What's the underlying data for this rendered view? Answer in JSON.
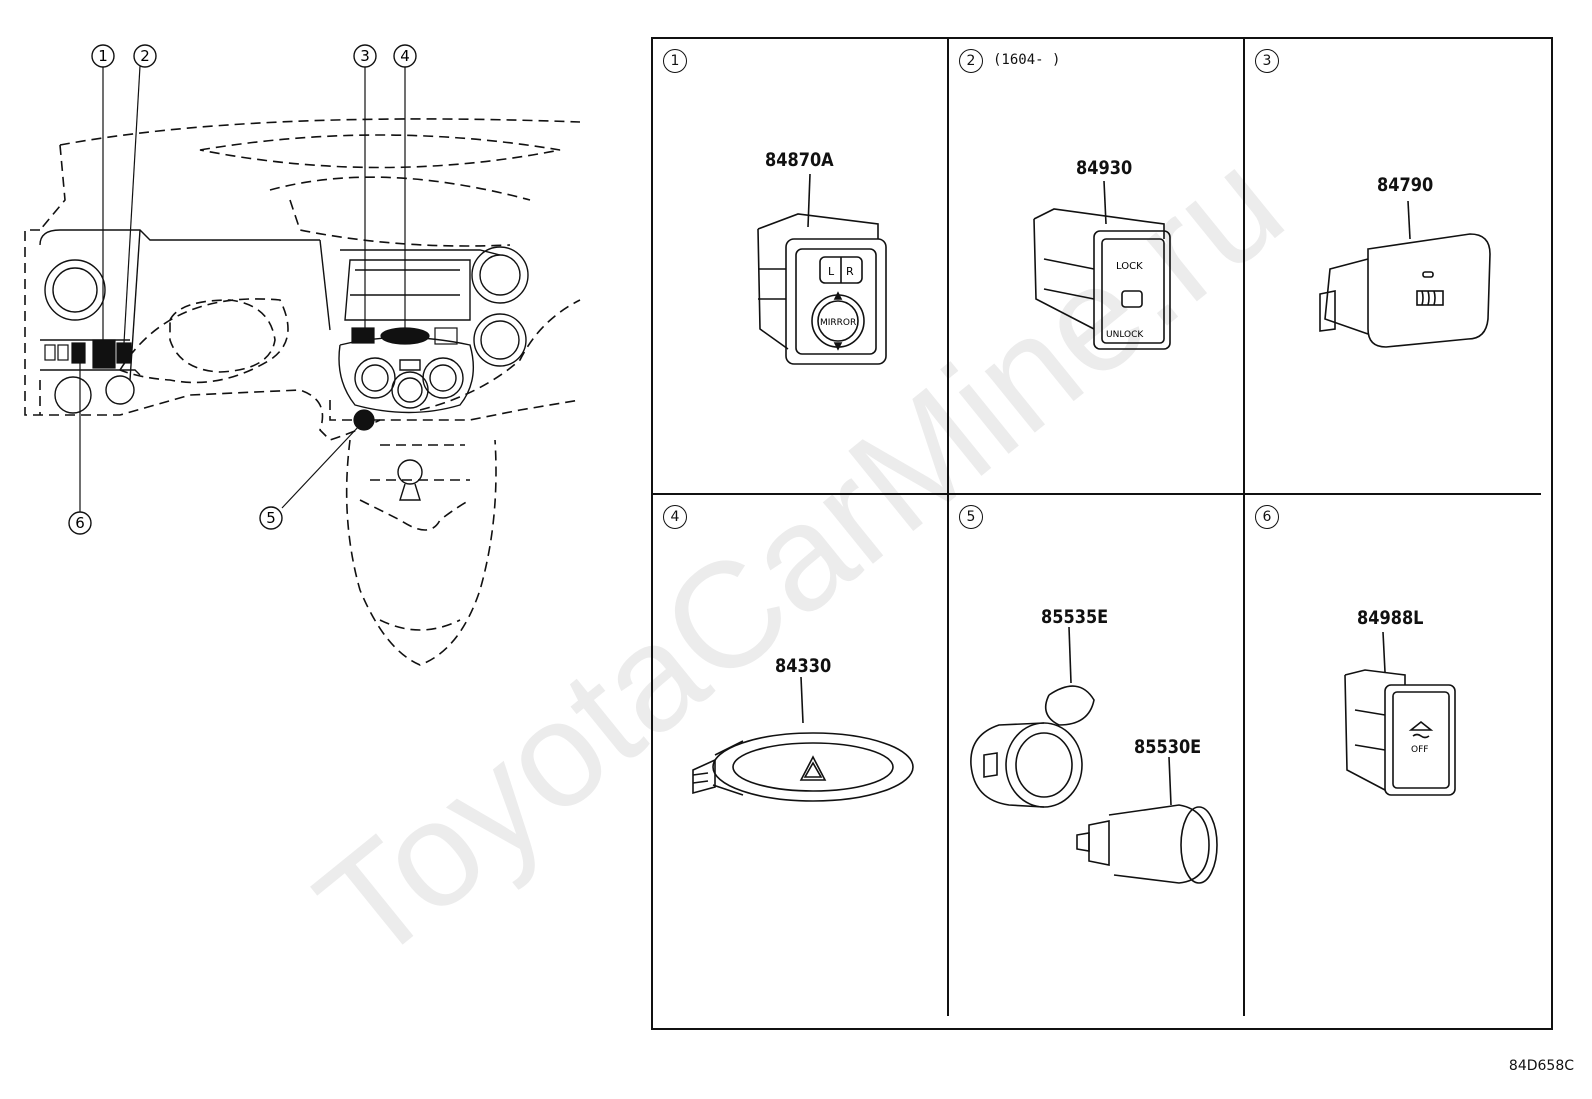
{
  "watermark": "ToyotaCarMine.ru",
  "drawing_code": "84D658C",
  "overview": {
    "callouts": [
      "1",
      "2",
      "3",
      "4",
      "5",
      "6"
    ]
  },
  "panels": [
    {
      "num": "1",
      "note": "",
      "parts": [
        "84870A"
      ],
      "mirror_switch": {
        "left": "L",
        "right": "R",
        "center": "MIRROR"
      }
    },
    {
      "num": "2",
      "note": "(1604-    )",
      "parts": [
        "84930"
      ],
      "lock_switch": {
        "top": "LOCK",
        "bottom": "UNLOCK"
      }
    },
    {
      "num": "3",
      "note": "",
      "parts": [
        "84790"
      ]
    },
    {
      "num": "4",
      "note": "",
      "parts": [
        "84330"
      ]
    },
    {
      "num": "5",
      "note": "",
      "parts": [
        "85535E",
        "85530E"
      ]
    },
    {
      "num": "6",
      "note": "",
      "parts": [
        "84988L"
      ],
      "vsc_switch": {
        "label": "OFF"
      }
    }
  ],
  "colors": {
    "line": "#111111",
    "watermark": "#ececec"
  }
}
